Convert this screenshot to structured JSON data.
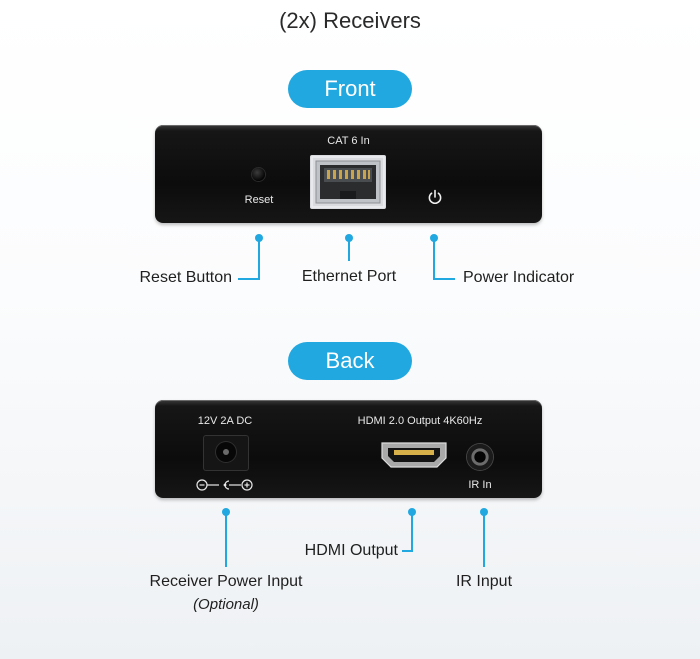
{
  "title": "(2x) Receivers",
  "front": {
    "pill": "Front",
    "port_label": "CAT 6 In",
    "reset_label": "Reset",
    "callouts": {
      "reset": "Reset Button",
      "ethernet": "Ethernet Port",
      "power": "Power Indicator"
    }
  },
  "back": {
    "pill": "Back",
    "power_label": "12V 2A DC",
    "hdmi_label": "HDMI 2.0 Output 4K60Hz",
    "ir_label": "IR In",
    "callouts": {
      "power_input": "Receiver Power Input",
      "power_input_note": "(Optional)",
      "hdmi": "HDMI Output",
      "ir": "IR Input"
    }
  },
  "colors": {
    "accent": "#22a8e0",
    "device": "#111111"
  },
  "icons": [
    "power-icon",
    "polarity-symbol-icon"
  ]
}
